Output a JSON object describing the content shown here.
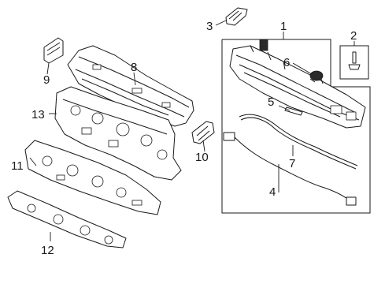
{
  "diagram": {
    "callouts": [
      {
        "id": "c1",
        "text": "1"
      },
      {
        "id": "c2",
        "text": "2"
      },
      {
        "id": "c3",
        "text": "3"
      },
      {
        "id": "c4",
        "text": "4"
      },
      {
        "id": "c5",
        "text": "5"
      },
      {
        "id": "c6",
        "text": "6"
      },
      {
        "id": "c7",
        "text": "7"
      },
      {
        "id": "c8",
        "text": "8"
      },
      {
        "id": "c9",
        "text": "9"
      },
      {
        "id": "c10",
        "text": "10"
      },
      {
        "id": "c11",
        "text": "11"
      },
      {
        "id": "c12",
        "text": "12"
      },
      {
        "id": "c13",
        "text": "13"
      }
    ]
  }
}
